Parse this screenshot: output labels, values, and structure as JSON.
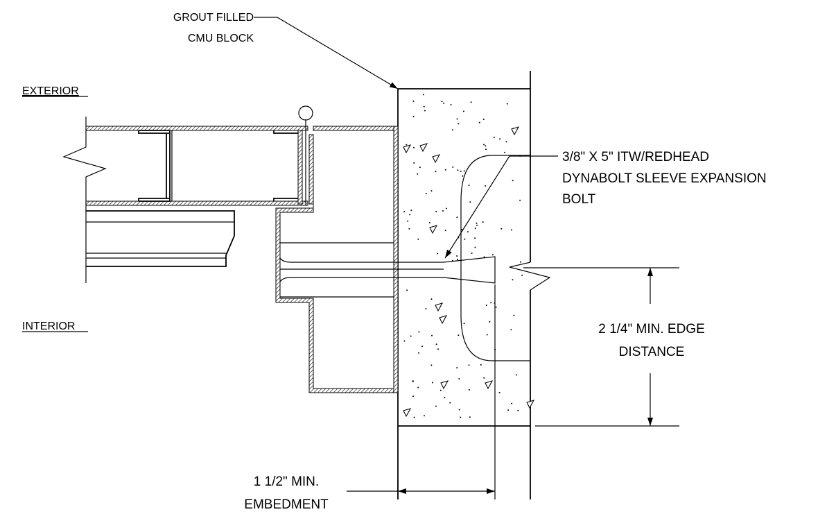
{
  "labels": {
    "grout_line1": "GROUT FILLED",
    "grout_line2": "CMU BLOCK",
    "exterior": "EXTERIOR",
    "interior": "INTERIOR",
    "bolt_line1": "3/8\" X 5\" ITW/REDHEAD",
    "bolt_line2": "DYNABOLT SLEEVE EXPANSION",
    "bolt_line3": "BOLT",
    "edge_line1": "2 1/4\" MIN. EDGE",
    "edge_line2": "DISTANCE",
    "embed_line1": "1 1/2\" MIN.",
    "embed_line2": "EMBEDMENT"
  },
  "colors": {
    "line": "#000000",
    "background": "#ffffff"
  }
}
